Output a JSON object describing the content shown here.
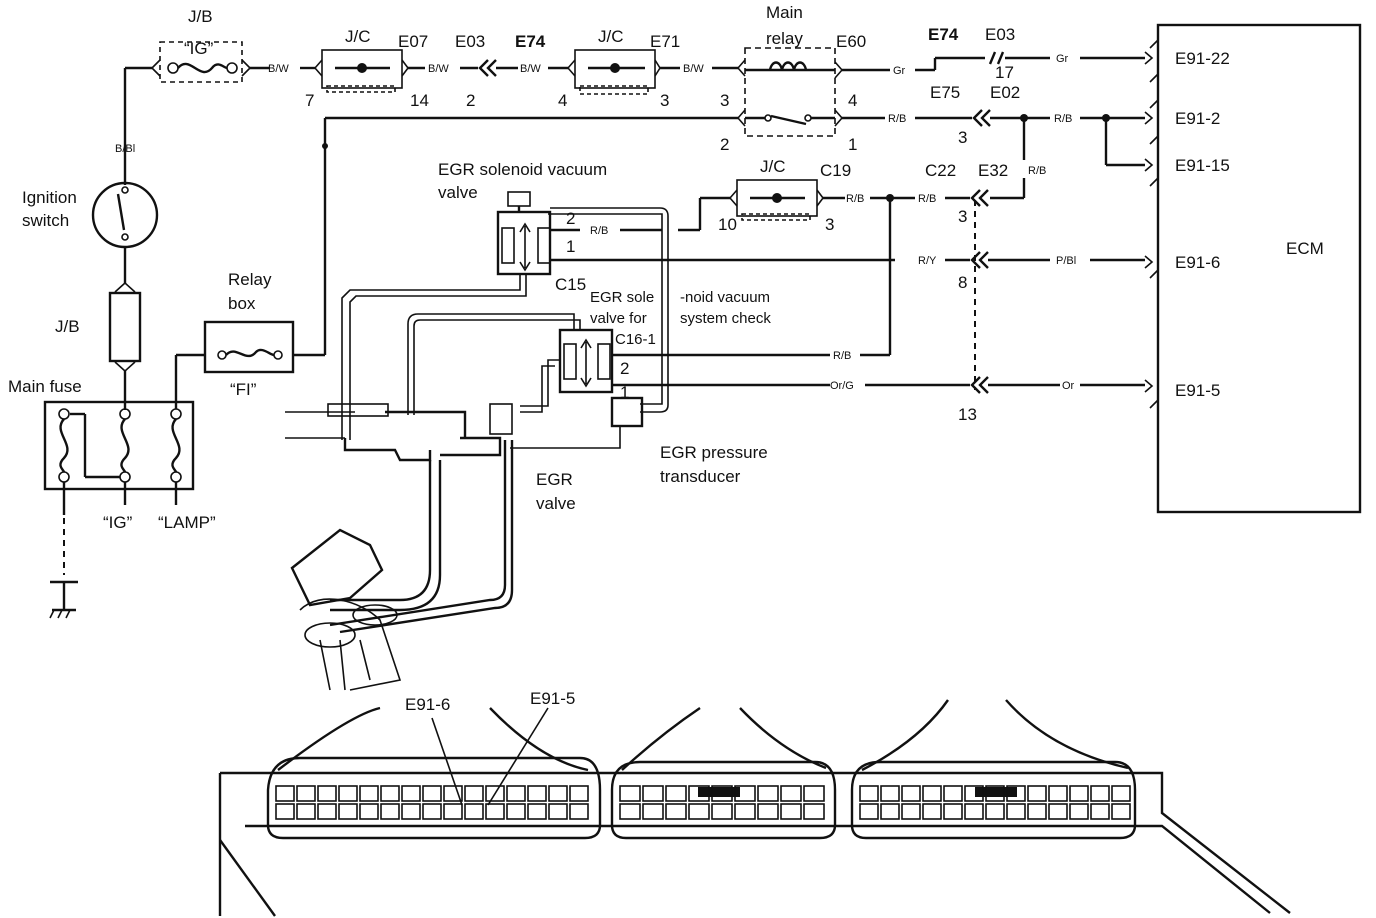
{
  "labels": {
    "jb_top": "J/B",
    "ig_fuse": "“IG”",
    "jc1": "J/C",
    "e07": "E07",
    "e03_a": "E03",
    "e74_a": "E74",
    "jc2": "J/C",
    "e71": "E71",
    "main_relay": "Main\nrelay",
    "main_relay_l1": "Main",
    "main_relay_l2": "relay",
    "e60": "E60",
    "e74_b": "E74",
    "e03_b": "E03",
    "e75": "E75",
    "e02": "E02",
    "pin7": "7",
    "pin14": "14",
    "pin2a": "2",
    "pin4a": "4",
    "pin3a": "3",
    "pin3b": "3",
    "pin4b": "4",
    "pin17": "17",
    "pin2b": "2",
    "pin1a": "1",
    "pin3c": "3",
    "ignition_l1": "Ignition",
    "ignition_l2": "switch",
    "bbl": "B/Bl",
    "egr_sol_l1": "EGR solenoid vacuum",
    "egr_sol_l2": "valve",
    "jc3": "J/C",
    "c19": "C19",
    "c22": "C22",
    "e32": "E32",
    "rb_e32": "R/B",
    "pin10": "10",
    "pin3d": "3",
    "pin3e": "3",
    "pin2c": "2",
    "pin1b": "1",
    "c15": "C15",
    "relay_box_l1": "Relay",
    "relay_box_l2": "box",
    "jb_left": "J/B",
    "fi": "“FI”",
    "egr_check_l1": "EGR sole",
    "egr_check_l2": "valve for",
    "egr_check_l3": "C16-1",
    "egr_check_r1": "-noid vacuum",
    "egr_check_r2": "system check",
    "pin2d": "2",
    "pin1c": "1",
    "pin8": "8",
    "pin13": "13",
    "main_fuse": "Main fuse",
    "ig_bottom": "“IG”",
    "lamp": "“LAMP”",
    "egr_press_l1": "EGR pressure",
    "egr_press_l2": "transducer",
    "egr_valve_l1": "EGR",
    "egr_valve_l2": "valve",
    "e91_22": "E91-22",
    "e91_2": "E91-2",
    "e91_15": "E91-15",
    "e91_6": "E91-6",
    "e91_5": "E91-5",
    "ecm": "ECM",
    "conn_e91_6": "E91-6",
    "conn_e91_5": "E91-5"
  },
  "wires": {
    "bw1": "B/W",
    "bw2": "B/W",
    "bw3": "B/W",
    "bw4": "B/W",
    "gr1": "Gr",
    "gr2": "Gr",
    "rb1": "R/B",
    "rb2": "R/B",
    "rb3": "R/B",
    "rb4": "R/B",
    "rb5": "R/B",
    "rb6": "R/B",
    "ry": "R/Y",
    "pbl": "P/Bl",
    "org": "Or/G",
    "or": "Or"
  }
}
